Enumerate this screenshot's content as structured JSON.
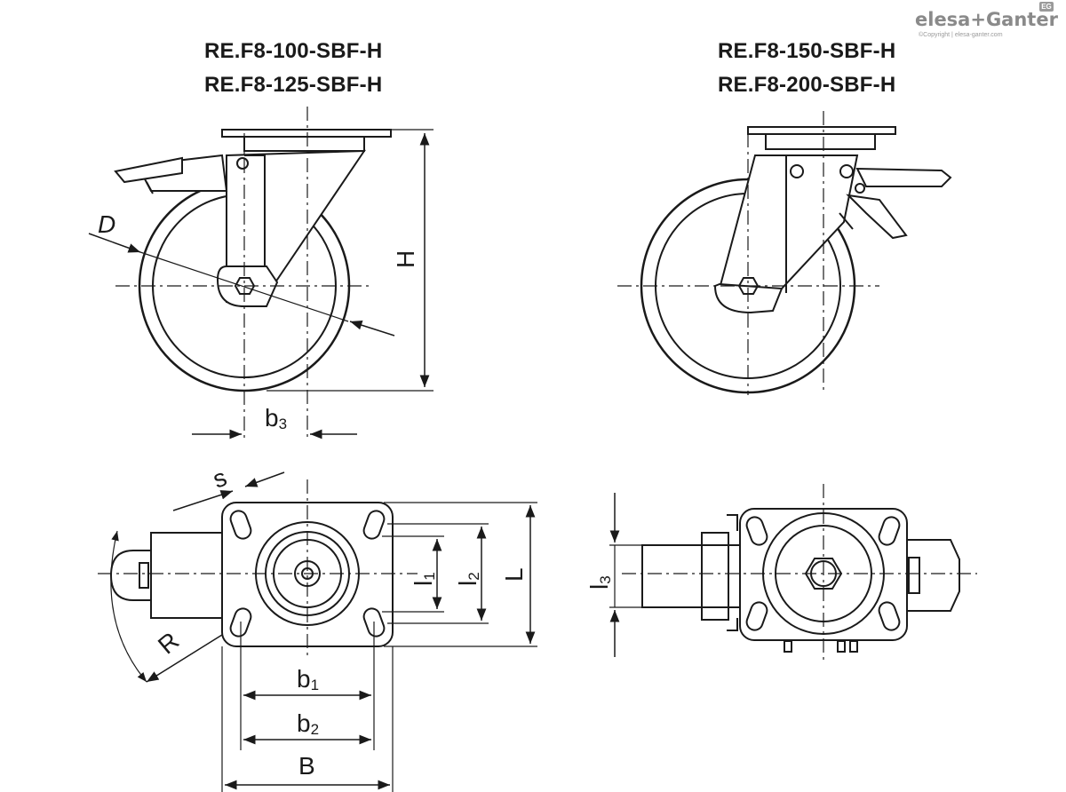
{
  "titles": {
    "left_line1": "RE.F8-100-SBF-H",
    "left_line2": "RE.F8-125-SBF-H",
    "right_line1": "RE.F8-150-SBF-H",
    "right_line2": "RE.F8-200-SBF-H"
  },
  "brand": {
    "name": "elesa+Ganter",
    "copyright": "©Copyright | elesa-ganter.com",
    "badge": "EG"
  },
  "dimensions": {
    "D": "D",
    "H": "H",
    "b3": "b",
    "b3_sub": "3",
    "s": "s",
    "R": "R",
    "l1": "l",
    "l1_sub": "1",
    "l2": "l",
    "l2_sub": "2",
    "L": "L",
    "b1": "b",
    "b1_sub": "1",
    "b2": "b",
    "b2_sub": "2",
    "B": "B",
    "l3": "l",
    "l3_sub": "3"
  }
}
